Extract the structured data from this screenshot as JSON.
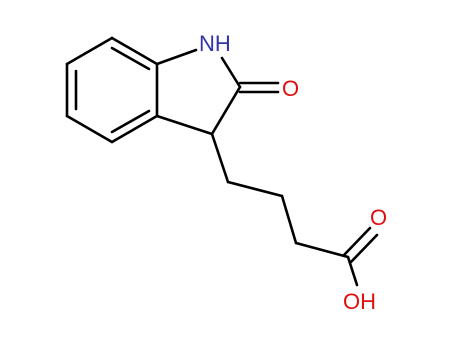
{
  "atom_labels": {
    "nh": "NH",
    "carbonyl_o": "O",
    "acid_o": "O",
    "hydroxyl": "OH"
  },
  "colors": {
    "bond": "#000000",
    "nitrogen": "#3333aa",
    "oxygen": "#e01010"
  }
}
